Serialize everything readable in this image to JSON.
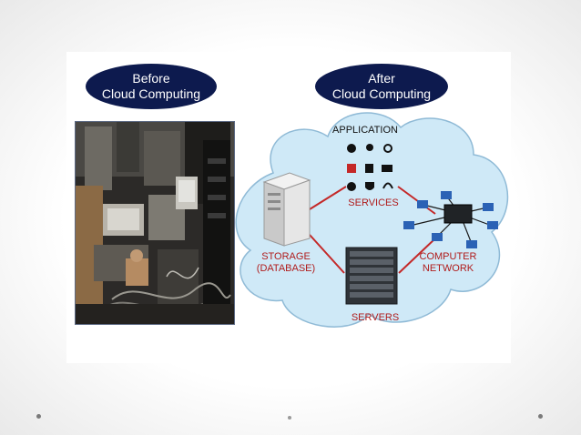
{
  "before_oval": {
    "line1": "Before",
    "line2": "Cloud Computing"
  },
  "after_oval": {
    "line1": "After",
    "line2": "Cloud Computing"
  },
  "diagram": {
    "application": "APPLICATION",
    "services": "SERVICES",
    "storage_line1": "STORAGE",
    "storage_line2": "(DATABASE)",
    "network_line1": "COMPUTER",
    "network_line2": "NETWORK",
    "servers": "SERVERS"
  },
  "colors": {
    "oval_fill": "#0d1a4e",
    "cloud_fill": "#cfe9f7",
    "cloud_stroke": "#8fbad6",
    "connector": "#c42828",
    "label_red": "#b01c1c"
  },
  "icons": [
    "gear-icon",
    "user-icon",
    "search-icon",
    "tools-icon",
    "wrench-icon",
    "truck-icon",
    "support-icon",
    "shield-icon",
    "headset-icon"
  ]
}
